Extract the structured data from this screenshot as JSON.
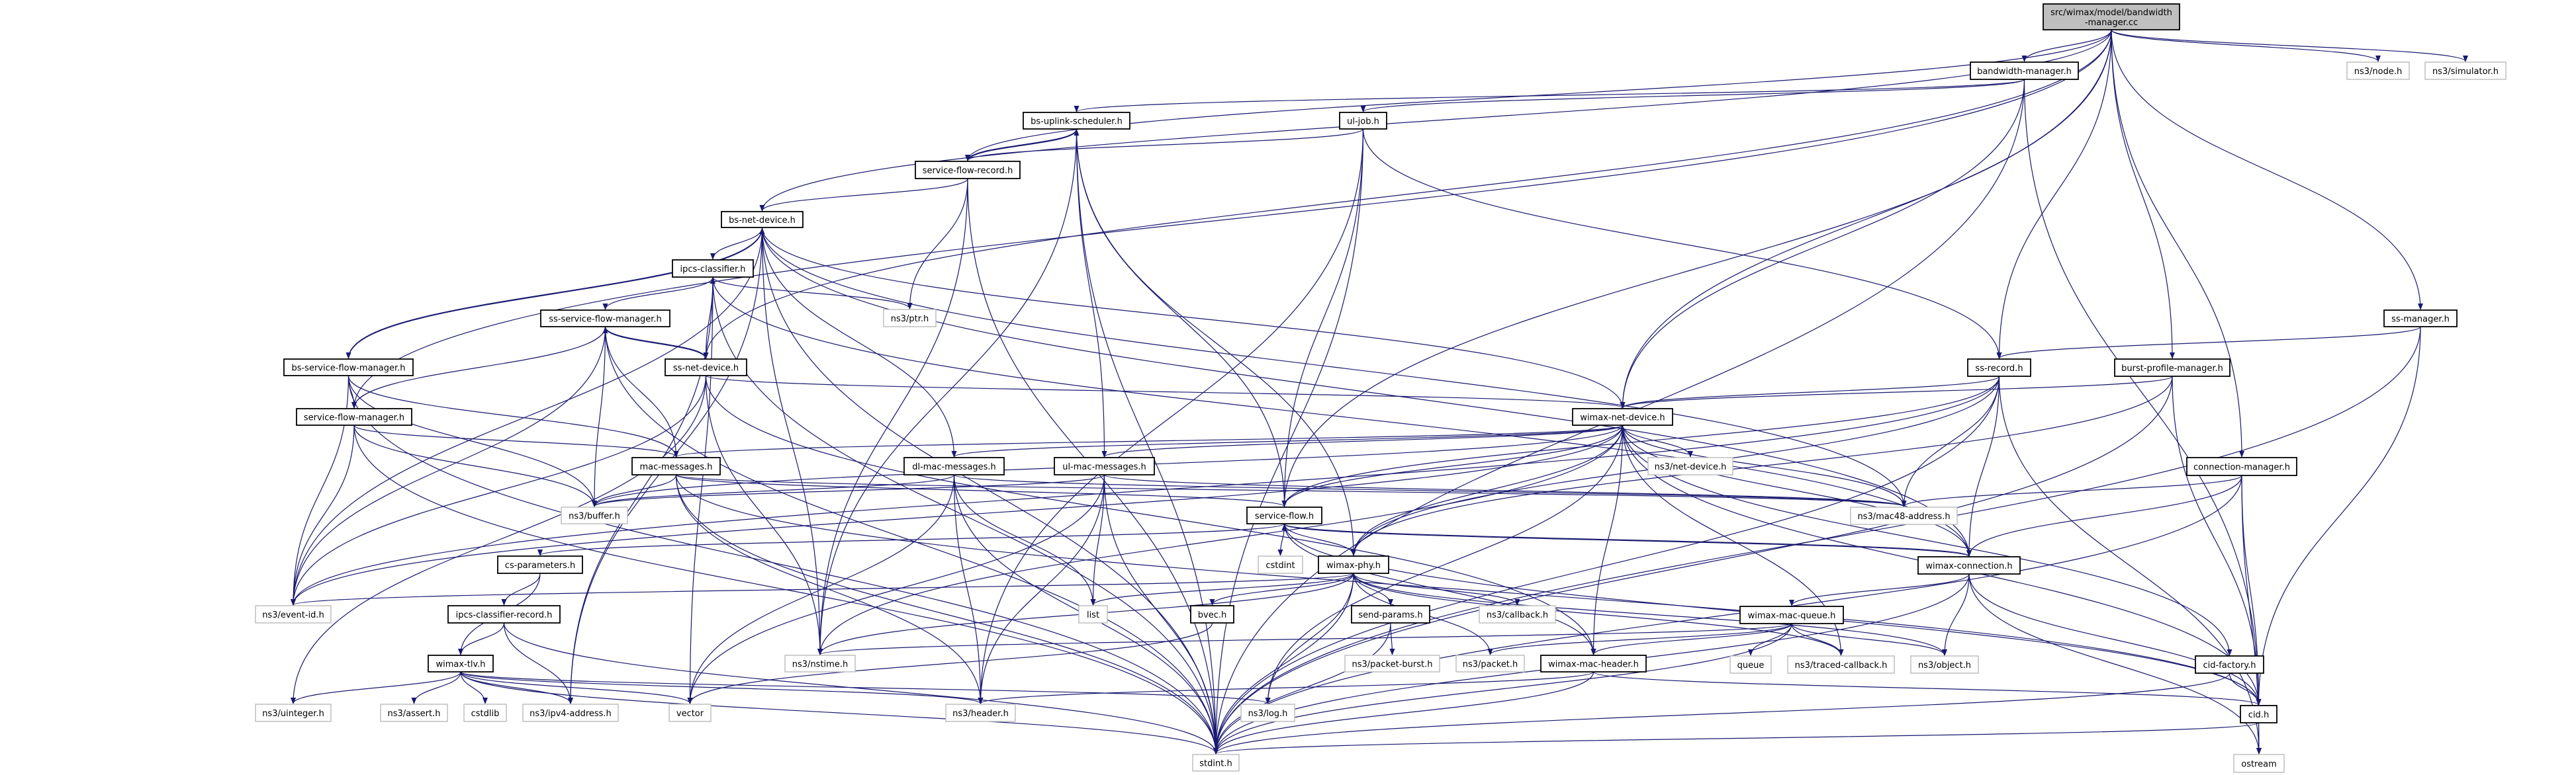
{
  "title": "src/wimax/model/bandwidth-manager.cc",
  "colors": {
    "edge": "#191970",
    "root_fill": "#bfbfbf",
    "project_border": "#000000",
    "external_border": "#bfbfbf"
  },
  "nodes": [
    {
      "id": "root",
      "label": [
        "src/wimax/model/bandwidth",
        "-manager.cc"
      ],
      "kind": "root"
    },
    {
      "id": "bwm",
      "label": [
        "bandwidth-manager.h"
      ],
      "kind": "project"
    },
    {
      "id": "node",
      "label": [
        "ns3/node.h"
      ],
      "kind": "external"
    },
    {
      "id": "sim",
      "label": [
        "ns3/simulator.h"
      ],
      "kind": "external"
    },
    {
      "id": "bsus",
      "label": [
        "bs-uplink-scheduler.h"
      ],
      "kind": "project"
    },
    {
      "id": "uljob",
      "label": [
        "ul-job.h"
      ],
      "kind": "project"
    },
    {
      "id": "sfr",
      "label": [
        "service-flow-record.h"
      ],
      "kind": "project"
    },
    {
      "id": "bsnd",
      "label": [
        "bs-net-device.h"
      ],
      "kind": "project"
    },
    {
      "id": "ipcs",
      "label": [
        "ipcs-classifier.h"
      ],
      "kind": "project"
    },
    {
      "id": "ptr",
      "label": [
        "ns3/ptr.h"
      ],
      "kind": "external"
    },
    {
      "id": "sssfm",
      "label": [
        "ss-service-flow-manager.h"
      ],
      "kind": "project"
    },
    {
      "id": "bssfm",
      "label": [
        "bs-service-flow-manager.h"
      ],
      "kind": "project"
    },
    {
      "id": "ssnd",
      "label": [
        "ss-net-device.h"
      ],
      "kind": "project"
    },
    {
      "id": "ssmgr",
      "label": [
        "ss-manager.h"
      ],
      "kind": "project"
    },
    {
      "id": "ssrec",
      "label": [
        "ss-record.h"
      ],
      "kind": "project"
    },
    {
      "id": "bpm",
      "label": [
        "burst-profile-manager.h"
      ],
      "kind": "project"
    },
    {
      "id": "sfm",
      "label": [
        "service-flow-manager.h"
      ],
      "kind": "project"
    },
    {
      "id": "wnd",
      "label": [
        "wimax-net-device.h"
      ],
      "kind": "project"
    },
    {
      "id": "macmsg",
      "label": [
        "mac-messages.h"
      ],
      "kind": "project"
    },
    {
      "id": "dlmac",
      "label": [
        "dl-mac-messages.h"
      ],
      "kind": "project"
    },
    {
      "id": "ulmac",
      "label": [
        "ul-mac-messages.h"
      ],
      "kind": "project"
    },
    {
      "id": "netdev",
      "label": [
        "ns3/net-device.h"
      ],
      "kind": "external"
    },
    {
      "id": "connmgr",
      "label": [
        "connection-manager.h"
      ],
      "kind": "project"
    },
    {
      "id": "buffer",
      "label": [
        "ns3/buffer.h"
      ],
      "kind": "external"
    },
    {
      "id": "sf",
      "label": [
        "service-flow.h"
      ],
      "kind": "project"
    },
    {
      "id": "mac48",
      "label": [
        "ns3/mac48-address.h"
      ],
      "kind": "external"
    },
    {
      "id": "csp",
      "label": [
        "cs-parameters.h"
      ],
      "kind": "project"
    },
    {
      "id": "cstdint",
      "label": [
        "cstdint"
      ],
      "kind": "external"
    },
    {
      "id": "phy",
      "label": [
        "wimax-phy.h"
      ],
      "kind": "project"
    },
    {
      "id": "wconn",
      "label": [
        "wimax-connection.h"
      ],
      "kind": "project"
    },
    {
      "id": "eventid",
      "label": [
        "ns3/event-id.h"
      ],
      "kind": "external"
    },
    {
      "id": "icr",
      "label": [
        "ipcs-classifier-record.h"
      ],
      "kind": "project"
    },
    {
      "id": "list",
      "label": [
        "list"
      ],
      "kind": "external"
    },
    {
      "id": "bvec",
      "label": [
        "bvec.h"
      ],
      "kind": "project"
    },
    {
      "id": "sendp",
      "label": [
        "send-params.h"
      ],
      "kind": "project"
    },
    {
      "id": "callback",
      "label": [
        "ns3/callback.h"
      ],
      "kind": "external"
    },
    {
      "id": "wmq",
      "label": [
        "wimax-mac-queue.h"
      ],
      "kind": "project"
    },
    {
      "id": "tlv",
      "label": [
        "wimax-tlv.h"
      ],
      "kind": "project"
    },
    {
      "id": "nstime",
      "label": [
        "ns3/nstime.h"
      ],
      "kind": "external"
    },
    {
      "id": "pburst",
      "label": [
        "ns3/packet-burst.h"
      ],
      "kind": "external"
    },
    {
      "id": "packet",
      "label": [
        "ns3/packet.h"
      ],
      "kind": "external"
    },
    {
      "id": "wmh",
      "label": [
        "wimax-mac-header.h"
      ],
      "kind": "project"
    },
    {
      "id": "queue",
      "label": [
        "queue"
      ],
      "kind": "external"
    },
    {
      "id": "traced",
      "label": [
        "ns3/traced-callback.h"
      ],
      "kind": "external"
    },
    {
      "id": "object",
      "label": [
        "ns3/object.h"
      ],
      "kind": "external"
    },
    {
      "id": "cidf",
      "label": [
        "cid-factory.h"
      ],
      "kind": "project"
    },
    {
      "id": "uint",
      "label": [
        "ns3/uinteger.h"
      ],
      "kind": "external"
    },
    {
      "id": "assert",
      "label": [
        "ns3/assert.h"
      ],
      "kind": "external"
    },
    {
      "id": "cstdlib",
      "label": [
        "cstdlib"
      ],
      "kind": "external"
    },
    {
      "id": "ipv4",
      "label": [
        "ns3/ipv4-address.h"
      ],
      "kind": "external"
    },
    {
      "id": "vector",
      "label": [
        "vector"
      ],
      "kind": "external"
    },
    {
      "id": "header",
      "label": [
        "ns3/header.h"
      ],
      "kind": "external"
    },
    {
      "id": "log",
      "label": [
        "ns3/log.h"
      ],
      "kind": "external"
    },
    {
      "id": "cid",
      "label": [
        "cid.h"
      ],
      "kind": "project"
    },
    {
      "id": "stdint",
      "label": [
        "stdint.h"
      ],
      "kind": "external"
    },
    {
      "id": "ostream",
      "label": [
        "ostream"
      ],
      "kind": "external"
    }
  ],
  "edges": [
    [
      "root",
      "bwm"
    ],
    [
      "root",
      "node"
    ],
    [
      "root",
      "sim"
    ],
    [
      "root",
      "ssrec"
    ],
    [
      "root",
      "bpm"
    ],
    [
      "root",
      "connmgr"
    ],
    [
      "root",
      "ssmgr"
    ],
    [
      "root",
      "bsnd"
    ],
    [
      "root",
      "sfr"
    ],
    [
      "root",
      "ssnd"
    ],
    [
      "root",
      "sfm"
    ],
    [
      "root",
      "sf"
    ],
    [
      "root",
      "wnd"
    ],
    [
      "bwm",
      "bsus"
    ],
    [
      "bwm",
      "uljob"
    ],
    [
      "bwm",
      "wnd"
    ],
    [
      "bwm",
      "stdint"
    ],
    [
      "bwm",
      "cid"
    ],
    [
      "bsus",
      "sfr"
    ],
    [
      "bsus",
      "nstime"
    ],
    [
      "bsus",
      "phy"
    ],
    [
      "bsus",
      "ulmac"
    ],
    [
      "bsus",
      "sf"
    ],
    [
      "bsus",
      "stdint"
    ],
    [
      "uljob",
      "sfr"
    ],
    [
      "uljob",
      "ssrec"
    ],
    [
      "uljob",
      "sf"
    ],
    [
      "uljob",
      "header"
    ],
    [
      "uljob",
      "stdint"
    ],
    [
      "sfr",
      "bsnd"
    ],
    [
      "sfr",
      "bsus"
    ],
    [
      "sfr",
      "ptr"
    ],
    [
      "sfr",
      "nstime"
    ],
    [
      "sfr",
      "stdint"
    ],
    [
      "bsnd",
      "ipcs"
    ],
    [
      "bsnd",
      "dlmac"
    ],
    [
      "bsnd",
      "wnd"
    ],
    [
      "bsnd",
      "nstime"
    ],
    [
      "bsnd",
      "eventid"
    ],
    [
      "bsnd",
      "bssfm"
    ],
    [
      "bsnd",
      "stdint"
    ],
    [
      "bsnd",
      "wconn"
    ],
    [
      "bsnd",
      "mac48"
    ],
    [
      "bsnd",
      "ipv4"
    ],
    [
      "ipcs",
      "sssfm"
    ],
    [
      "ipcs",
      "ptr"
    ],
    [
      "ipcs",
      "stdint"
    ],
    [
      "ipcs",
      "vector"
    ],
    [
      "ipcs",
      "ipv4"
    ],
    [
      "ipcs",
      "wconn"
    ],
    [
      "sssfm",
      "ssnd"
    ],
    [
      "sssfm",
      "sfm"
    ],
    [
      "sssfm",
      "macmsg"
    ],
    [
      "sssfm",
      "buffer"
    ],
    [
      "sssfm",
      "eventid"
    ],
    [
      "sssfm",
      "stdint"
    ],
    [
      "ssnd",
      "ipcs"
    ],
    [
      "ssnd",
      "sssfm"
    ],
    [
      "ssnd",
      "wnd"
    ],
    [
      "ssnd",
      "nstime"
    ],
    [
      "ssnd",
      "eventid"
    ],
    [
      "ssnd",
      "uint"
    ],
    [
      "ssnd",
      "wmh"
    ],
    [
      "bssfm",
      "bsnd"
    ],
    [
      "bssfm",
      "sfm"
    ],
    [
      "bssfm",
      "macmsg"
    ],
    [
      "bssfm",
      "buffer"
    ],
    [
      "bssfm",
      "eventid"
    ],
    [
      "bssfm",
      "stdint"
    ],
    [
      "sfm",
      "macmsg"
    ],
    [
      "sfm",
      "buffer"
    ],
    [
      "sfm",
      "eventid"
    ],
    [
      "sfm",
      "stdint"
    ],
    [
      "macmsg",
      "buffer"
    ],
    [
      "macmsg",
      "sf"
    ],
    [
      "macmsg",
      "mac48"
    ],
    [
      "macmsg",
      "cid"
    ],
    [
      "macmsg",
      "header"
    ],
    [
      "macmsg",
      "stdint"
    ],
    [
      "dlmac",
      "buffer"
    ],
    [
      "dlmac",
      "list"
    ],
    [
      "dlmac",
      "vector"
    ],
    [
      "dlmac",
      "header"
    ],
    [
      "dlmac",
      "stdint"
    ],
    [
      "dlmac",
      "mac48"
    ],
    [
      "ulmac",
      "buffer"
    ],
    [
      "ulmac",
      "list"
    ],
    [
      "ulmac",
      "vector"
    ],
    [
      "ulmac",
      "header"
    ],
    [
      "ulmac",
      "stdint"
    ],
    [
      "ulmac",
      "mac48"
    ],
    [
      "sf",
      "cstdint"
    ],
    [
      "sf",
      "phy"
    ],
    [
      "sf",
      "csp"
    ],
    [
      "sf",
      "wconn"
    ],
    [
      "sf",
      "wmh"
    ],
    [
      "sf",
      "cid"
    ],
    [
      "csp",
      "icr"
    ],
    [
      "csp",
      "tlv"
    ],
    [
      "icr",
      "tlv"
    ],
    [
      "icr",
      "ipv4"
    ],
    [
      "icr",
      "stdint"
    ],
    [
      "tlv",
      "uint"
    ],
    [
      "tlv",
      "assert"
    ],
    [
      "tlv",
      "cstdlib"
    ],
    [
      "tlv",
      "ipv4"
    ],
    [
      "tlv",
      "vector"
    ],
    [
      "tlv",
      "header"
    ],
    [
      "tlv",
      "log"
    ],
    [
      "tlv",
      "stdint"
    ],
    [
      "wnd",
      "dlmac"
    ],
    [
      "wnd",
      "ulmac"
    ],
    [
      "wnd",
      "macmsg"
    ],
    [
      "wnd",
      "phy"
    ],
    [
      "wnd",
      "netdev"
    ],
    [
      "wnd",
      "wmh"
    ],
    [
      "wnd",
      "wconn"
    ],
    [
      "wnd",
      "mac48"
    ],
    [
      "wnd",
      "traced"
    ],
    [
      "wnd",
      "cid"
    ],
    [
      "wnd",
      "nstime"
    ],
    [
      "wnd",
      "eventid"
    ],
    [
      "wnd",
      "buffer"
    ],
    [
      "wnd",
      "sf"
    ],
    [
      "wnd",
      "cidf"
    ],
    [
      "wnd",
      "log"
    ],
    [
      "phy",
      "list"
    ],
    [
      "phy",
      "bvec"
    ],
    [
      "phy",
      "sendp"
    ],
    [
      "phy",
      "callback"
    ],
    [
      "phy",
      "nstime"
    ],
    [
      "phy",
      "log"
    ],
    [
      "phy",
      "stdint"
    ],
    [
      "phy",
      "eventid"
    ],
    [
      "phy",
      "traced"
    ],
    [
      "phy",
      "object"
    ],
    [
      "phy",
      "packet"
    ],
    [
      "bvec",
      "vector"
    ],
    [
      "sendp",
      "pburst"
    ],
    [
      "sendp",
      "stdint"
    ],
    [
      "wmh",
      "header"
    ],
    [
      "wmh",
      "stdint"
    ],
    [
      "wmh",
      "cid"
    ],
    [
      "ssrec",
      "wnd"
    ],
    [
      "ssrec",
      "sf"
    ],
    [
      "ssrec",
      "mac48"
    ],
    [
      "ssrec",
      "wconn"
    ],
    [
      "ssrec",
      "ostream"
    ],
    [
      "ssrec",
      "stdint"
    ],
    [
      "ssrec",
      "phy"
    ],
    [
      "ssrec",
      "eventid"
    ],
    [
      "bpm",
      "wnd"
    ],
    [
      "bpm",
      "cid"
    ],
    [
      "bpm",
      "phy"
    ],
    [
      "bpm",
      "stdint"
    ],
    [
      "ssmgr",
      "ssrec"
    ],
    [
      "ssmgr",
      "cid"
    ],
    [
      "ssmgr",
      "stdint"
    ],
    [
      "connmgr",
      "wconn"
    ],
    [
      "connmgr",
      "mac48"
    ],
    [
      "connmgr",
      "cid"
    ],
    [
      "connmgr",
      "stdint"
    ],
    [
      "connmgr",
      "ostream"
    ],
    [
      "wconn",
      "wmq"
    ],
    [
      "wconn",
      "object"
    ],
    [
      "wconn",
      "cid"
    ],
    [
      "wconn",
      "ostream"
    ],
    [
      "wconn",
      "stdint"
    ],
    [
      "wconn",
      "sf"
    ],
    [
      "wmq",
      "queue"
    ],
    [
      "wmq",
      "traced"
    ],
    [
      "wmq",
      "object"
    ],
    [
      "wmq",
      "wmh"
    ],
    [
      "wmq",
      "packet"
    ],
    [
      "wmq",
      "nstime"
    ],
    [
      "wmq",
      "stdint"
    ],
    [
      "cidf",
      "cid"
    ],
    [
      "cidf",
      "stdint"
    ],
    [
      "cid",
      "ostream"
    ],
    [
      "cid",
      "stdint"
    ]
  ]
}
